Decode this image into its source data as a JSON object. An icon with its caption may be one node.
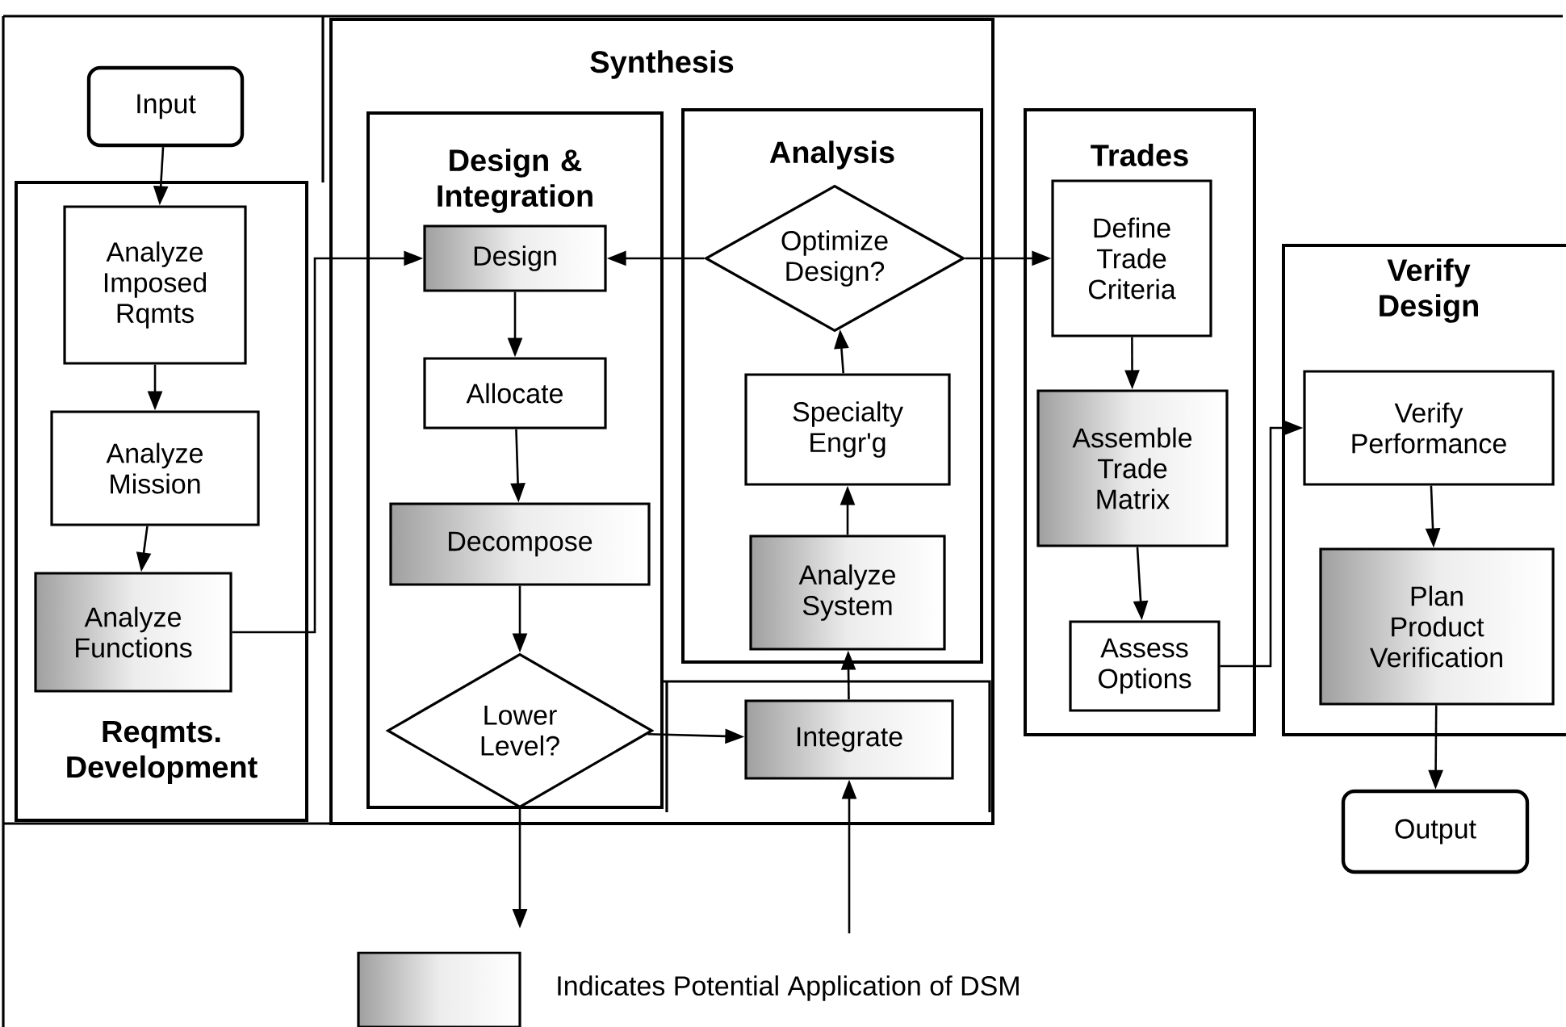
{
  "diagram": {
    "nodes": [
      {
        "text": [
          "Input"
        ]
      },
      {
        "text": [
          "Reqmts. Development"
        ]
      },
      {
        "text": [
          "Analyze Imposed Rqmts"
        ],
        "in": 1
      },
      {
        "text": [
          "Analyze Mission"
        ],
        "in": 1
      },
      {
        "text": [
          "Analyze Functions"
        ],
        "in": 1
      },
      {
        "text": [
          "Synthesis"
        ]
      },
      {
        "text": [
          "Design & Integration"
        ],
        "in": 5
      },
      {
        "text": [
          "Design"
        ],
        "in": 6
      },
      {
        "text": [
          "Allocate"
        ],
        "in": 6
      },
      {
        "text": [
          "Decompose"
        ],
        "in": 6
      },
      {
        "text": [
          "Lower Level?"
        ],
        "in": 6
      },
      {
        "text": [
          "Analysis"
        ],
        "in": 5
      },
      {
        "text": [
          "Optimize Design?"
        ],
        "in": 11
      },
      {
        "text": [
          "Specialty Engr'g"
        ],
        "in": 11
      },
      {
        "text": [
          "Analyze System"
        ],
        "in": 11
      },
      {
        "text": [
          "Integrate"
        ],
        "in": 5
      },
      {
        "text": [
          "Trades"
        ]
      },
      {
        "text": [
          "Define Trade Criteria"
        ],
        "in": 16
      },
      {
        "text": [
          "Assemble Trade Matrix"
        ],
        "in": 16
      },
      {
        "text": [
          "Assess Options"
        ],
        "in": 16
      },
      {
        "text": [
          "Verify Design"
        ]
      },
      {
        "text": [
          "Verify Performance"
        ],
        "in": 20
      },
      {
        "text": [
          "Plan Product Verification"
        ],
        "in": 20
      },
      {
        "text": [
          "Output"
        ]
      }
    ],
    "edges": [
      {
        "from": 0,
        "to": 2,
        "arrow": "to"
      },
      {
        "from": 2,
        "to": 3,
        "arrow": "to"
      },
      {
        "from": 3,
        "to": 4,
        "arrow": "to"
      },
      {
        "from": 4,
        "to": 7,
        "arrow": "to"
      },
      {
        "from": 7,
        "to": 8,
        "arrow": "to"
      },
      {
        "from": 8,
        "to": 9,
        "arrow": "to"
      },
      {
        "from": 9,
        "to": 10,
        "arrow": "to"
      },
      {
        "from": 10,
        "to": 15,
        "arrow": "to"
      },
      {
        "from": 10,
        "to": null,
        "arrow": "to"
      },
      {
        "from": null,
        "to": 15,
        "arrow": "to"
      },
      {
        "from": 15,
        "to": 14,
        "arrow": "to"
      },
      {
        "from": 14,
        "to": 13,
        "arrow": "to"
      },
      {
        "from": 13,
        "to": 12,
        "arrow": "to"
      },
      {
        "from": 12,
        "to": 7,
        "arrow": "to"
      },
      {
        "from": 12,
        "to": 17,
        "arrow": "to"
      },
      {
        "from": 17,
        "to": 18,
        "arrow": "to"
      },
      {
        "from": 18,
        "to": 19,
        "arrow": "to"
      },
      {
        "from": 19,
        "to": 21,
        "arrow": "to"
      },
      {
        "from": 21,
        "to": 22,
        "arrow": "to"
      },
      {
        "from": 22,
        "to": 23,
        "arrow": "to"
      }
    ],
    "legend": [
      {
        "text": "Indicates Potential Application of DSM"
      }
    ]
  }
}
